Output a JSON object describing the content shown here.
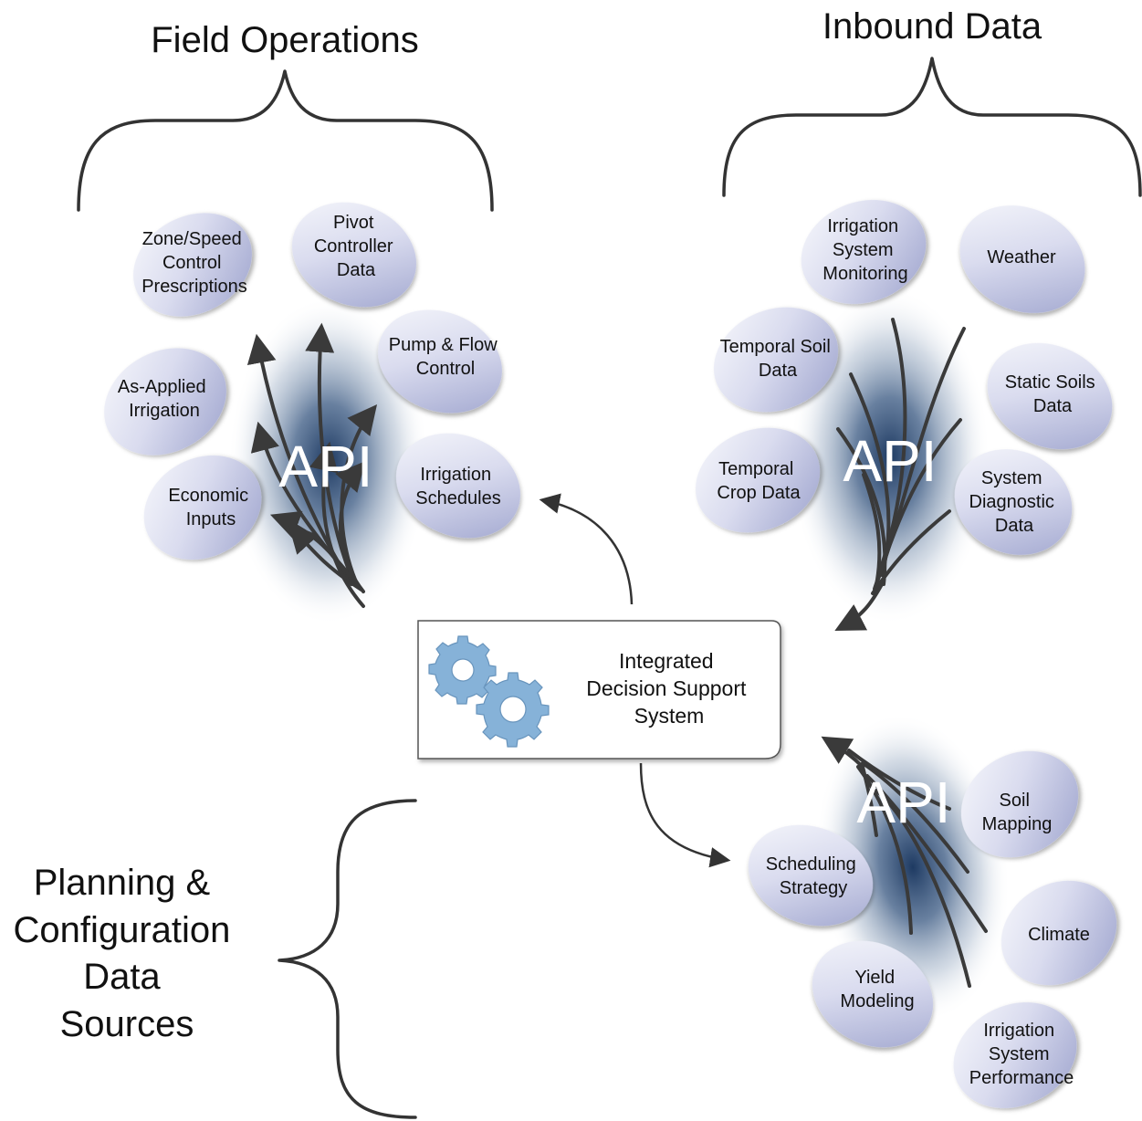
{
  "groups": {
    "field_operations": {
      "title": "Field Operations",
      "api_label": "API",
      "items": [
        [
          "Zone/Speed",
          "Control",
          "Prescriptions"
        ],
        [
          "Pivot",
          "Controller",
          "Data"
        ],
        [
          "Pump & Flow",
          "Control"
        ],
        [
          "As-Applied",
          "Irrigation"
        ],
        [
          "Irrigation",
          "Schedules"
        ],
        [
          "Economic",
          "Inputs"
        ]
      ]
    },
    "inbound_data": {
      "title": "Inbound Data",
      "api_label": "API",
      "items": [
        [
          "Irrigation",
          "System",
          "Monitoring"
        ],
        [
          "Weather"
        ],
        [
          "Temporal Soil",
          "Data"
        ],
        [
          "Static Soils",
          "Data"
        ],
        [
          "Temporal",
          "Crop Data"
        ],
        [
          "System",
          "Diagnostic",
          "Data"
        ]
      ]
    },
    "planning": {
      "title": [
        "Planning &",
        "Configuration",
        "Data",
        "Sources"
      ],
      "api_label": "API",
      "items": [
        [
          "Soil",
          "Mapping"
        ],
        [
          "Scheduling",
          "Strategy"
        ],
        [
          "Climate"
        ],
        [
          "Yield",
          "Modeling"
        ],
        [
          "Irrigation",
          "System",
          "Performance"
        ]
      ]
    }
  },
  "center": {
    "title": [
      "Integrated",
      "Decision Support",
      "System"
    ],
    "icon": "gears-icon"
  },
  "colors": {
    "bubble_light": "#f2f3fa",
    "bubble_dark": "#a6abd0",
    "api_glow": "#1e3d66",
    "gear": "#86b2d8",
    "line": "#333333"
  }
}
